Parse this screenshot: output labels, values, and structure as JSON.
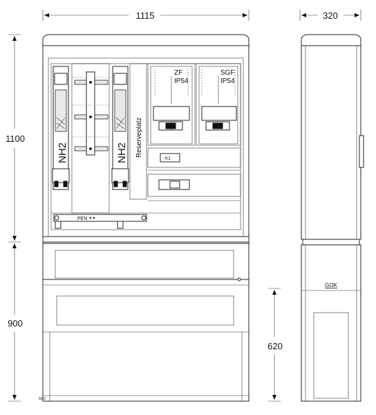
{
  "dimensions": {
    "width_front": "1115",
    "depth_side": "320",
    "height_upper": "1100",
    "height_lower": "900",
    "height_socket": "620"
  },
  "labels": {
    "fuse_left": "NH2",
    "fuse_right": "NH2",
    "reserve": "Reserveplatz",
    "meter_zf": "ZF",
    "meter_zf_ip": "IP54",
    "meter_sgf": "SGF",
    "meter_sgf_ip": "IP54",
    "terminal_x1": "-X1",
    "pen": "PEN",
    "gok": "GOK",
    "drawing_no": "65-2"
  }
}
